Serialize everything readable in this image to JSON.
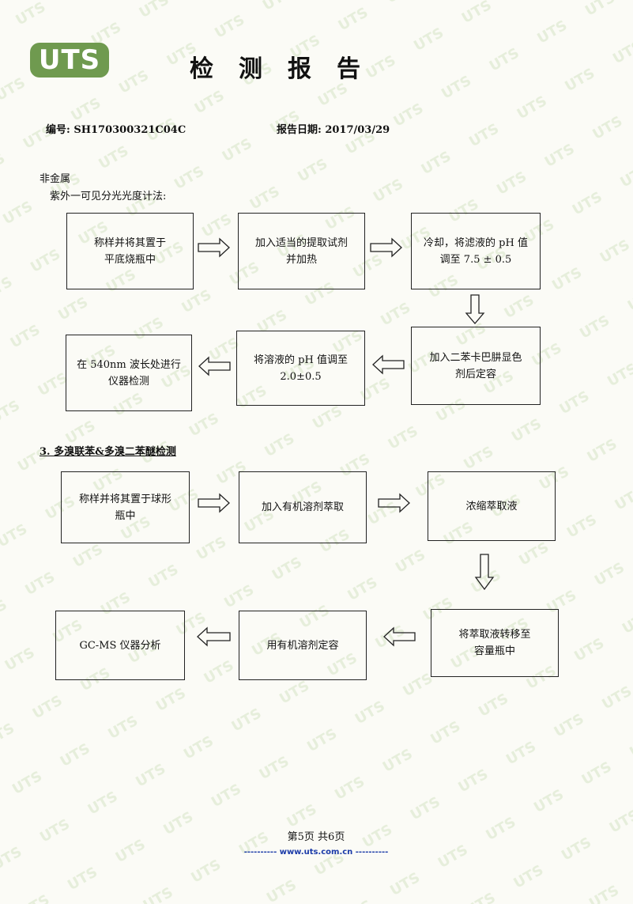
{
  "header": {
    "logo_text": "UTS",
    "title": "检测报告",
    "report_no": "编号: SH170300321C04C",
    "report_date": "报告日期: 2017/03/29"
  },
  "section1": {
    "heading": "非金属",
    "method": "紫外一可见分光光度计法:",
    "boxes": [
      [
        "称样并将其置于",
        "平底烧瓶中"
      ],
      [
        "加入适当的提取试剂",
        "并加热"
      ],
      [
        "冷却，将滤液的 pH 值",
        "调至 7.5 ± 0.5"
      ],
      [
        "加入二苯卡巴肼显色",
        "剂后定容"
      ],
      [
        "将溶液的 pH 值调至",
        "2.0±0.5"
      ],
      [
        "在 540nm 波长处进行",
        "仪器检测"
      ]
    ]
  },
  "section2": {
    "heading": "3.  多溴联苯&多溴二苯醚检测",
    "boxes": [
      [
        "称样并将其置于球形",
        "瓶中"
      ],
      [
        "加入有机溶剂萃取"
      ],
      [
        "浓缩萃取液"
      ],
      [
        "将萃取液转移至",
        "容量瓶中"
      ],
      [
        "用有机溶剂定容"
      ],
      [
        "GC-MS  仪器分析"
      ]
    ]
  },
  "footer": {
    "page": "第5页  共6页",
    "url": "---------- www.uts.com.cn ----------"
  },
  "colors": {
    "logo": "#6f9a4f",
    "url": "#1a3aa8",
    "watermark": "#c8d8b0"
  }
}
